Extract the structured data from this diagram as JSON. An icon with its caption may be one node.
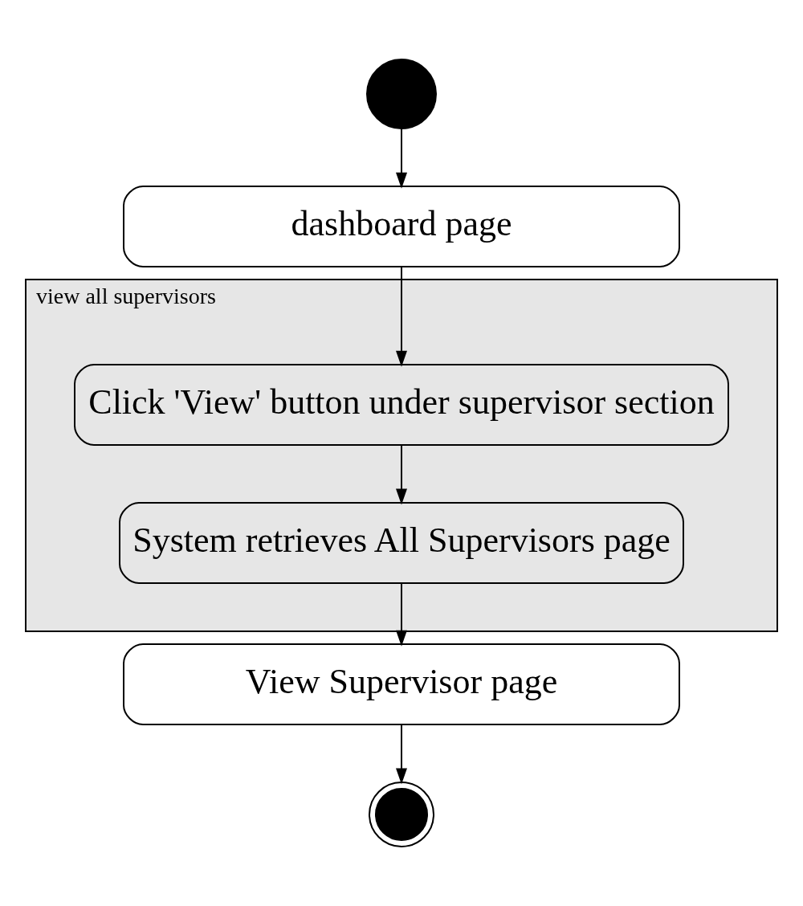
{
  "diagram": {
    "nodes": [
      {
        "text": [],
        "shape": "circle"
      },
      {
        "text": [
          "dashboard page"
        ]
      },
      {
        "text": [
          "view all supervisors"
        ]
      },
      {
        "text": [
          "Click 'View' button under supervisor section"
        ],
        "in": 2
      },
      {
        "text": [
          "System retrieves All Supervisors page"
        ],
        "in": 2
      },
      {
        "text": [
          "View Supervisor page"
        ]
      },
      {
        "text": [],
        "shape": "circle"
      }
    ],
    "edges": [
      {
        "from": 0,
        "to": 1,
        "arrow": "to"
      },
      {
        "from": 1,
        "to": 3,
        "arrow": "to"
      },
      {
        "from": 3,
        "to": 4,
        "arrow": "to"
      },
      {
        "from": 4,
        "to": 5,
        "arrow": "to"
      },
      {
        "from": 5,
        "to": 6,
        "arrow": "to"
      }
    ]
  }
}
